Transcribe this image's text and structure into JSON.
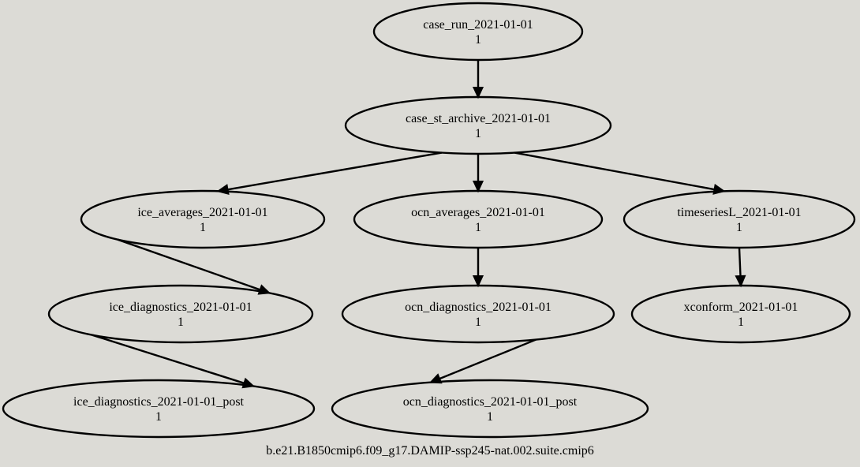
{
  "nodes": [
    {
      "id": "case_run",
      "label": "case_run_2021-01-01",
      "count": "1"
    },
    {
      "id": "case_st_archive",
      "label": "case_st_archive_2021-01-01",
      "count": "1"
    },
    {
      "id": "ice_averages",
      "label": "ice_averages_2021-01-01",
      "count": "1"
    },
    {
      "id": "ocn_averages",
      "label": "ocn_averages_2021-01-01",
      "count": "1"
    },
    {
      "id": "timeseriesL",
      "label": "timeseriesL_2021-01-01",
      "count": "1"
    },
    {
      "id": "ice_diagnostics",
      "label": "ice_diagnostics_2021-01-01",
      "count": "1"
    },
    {
      "id": "ocn_diagnostics",
      "label": "ocn_diagnostics_2021-01-01",
      "count": "1"
    },
    {
      "id": "xconform",
      "label": "xconform_2021-01-01",
      "count": "1"
    },
    {
      "id": "ice_diagnostics_post",
      "label": "ice_diagnostics_2021-01-01_post",
      "count": "1"
    },
    {
      "id": "ocn_diagnostics_post",
      "label": "ocn_diagnostics_2021-01-01_post",
      "count": "1"
    }
  ],
  "edges": [
    {
      "from": "case_run",
      "to": "case_st_archive"
    },
    {
      "from": "case_st_archive",
      "to": "ice_averages"
    },
    {
      "from": "case_st_archive",
      "to": "ocn_averages"
    },
    {
      "from": "case_st_archive",
      "to": "timeseriesL"
    },
    {
      "from": "ice_averages",
      "to": "ice_diagnostics"
    },
    {
      "from": "ocn_averages",
      "to": "ocn_diagnostics"
    },
    {
      "from": "timeseriesL",
      "to": "xconform"
    },
    {
      "from": "ice_diagnostics",
      "to": "ice_diagnostics_post"
    },
    {
      "from": "ocn_diagnostics",
      "to": "ocn_diagnostics_post"
    }
  ],
  "caption": "b.e21.B1850cmip6.f09_g17.DAMIP-ssp245-nat.002.suite.cmip6"
}
